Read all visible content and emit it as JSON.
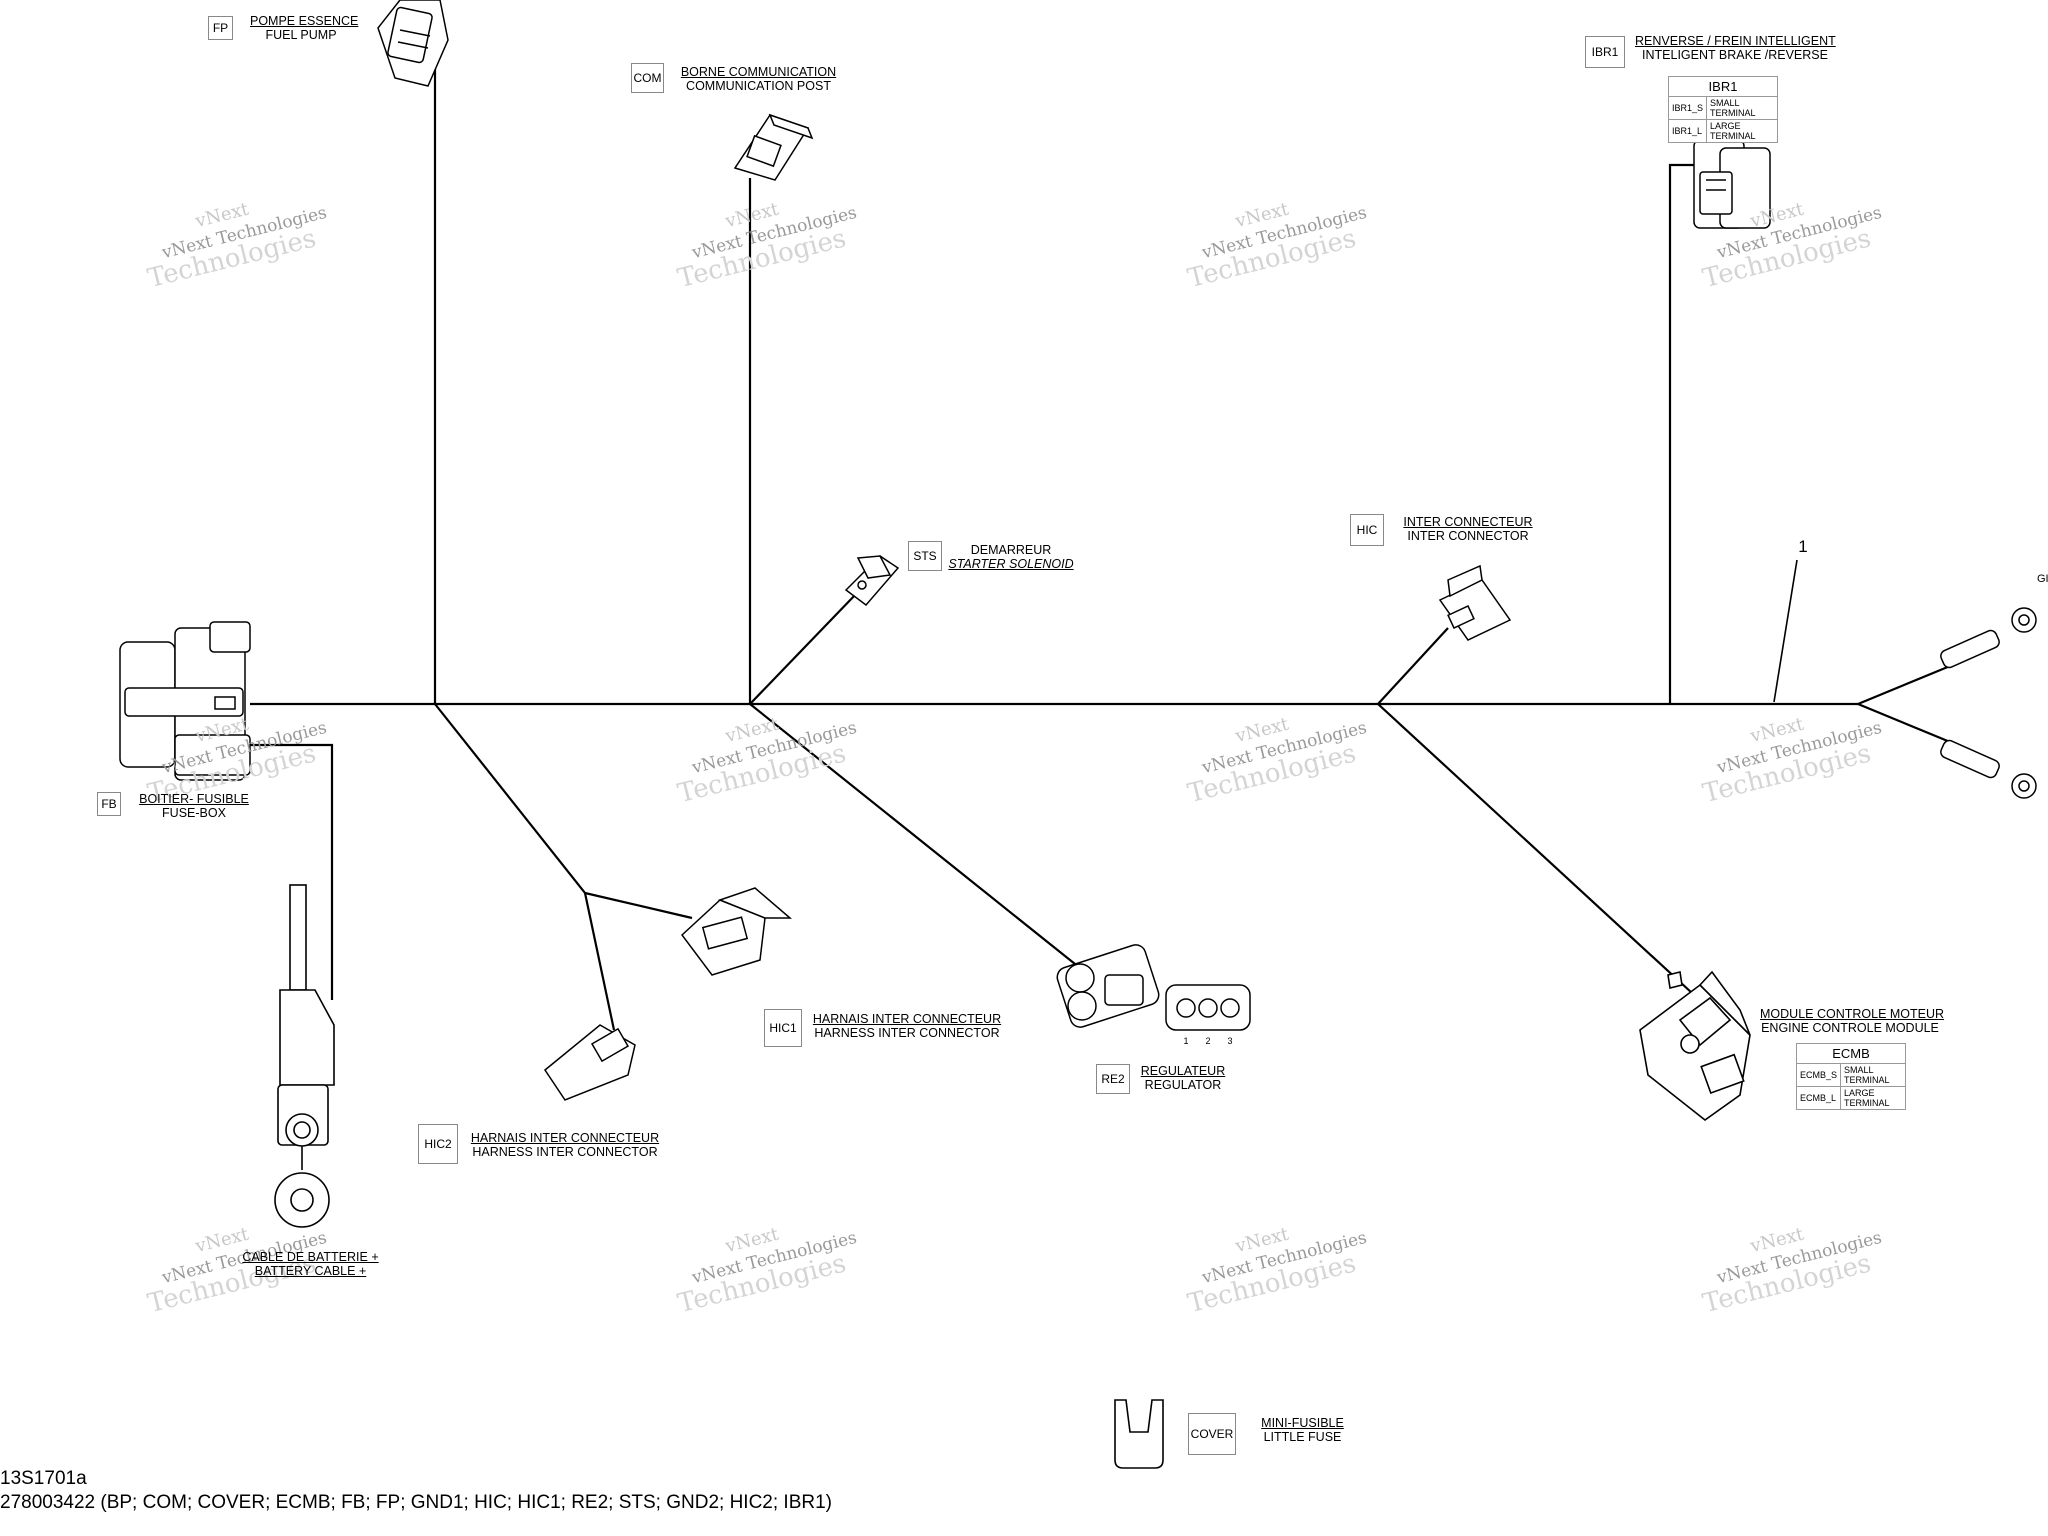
{
  "components": {
    "fp": {
      "code": "FP",
      "fr": "POMPE ESSENCE",
      "en": "FUEL PUMP"
    },
    "com": {
      "code": "COM",
      "fr": "BORNE COMMUNICATION",
      "en": "COMMUNICATION POST"
    },
    "ibr1": {
      "code": "IBR1",
      "fr": "RENVERSE / FREIN INTELLIGENT",
      "en": "INTELIGENT BRAKE /REVERSE",
      "table": {
        "header": "IBR1",
        "rows": [
          [
            "IBR1_S",
            "SMALL TERMINAL"
          ],
          [
            "IBR1_L",
            "LARGE TERMINAL"
          ]
        ]
      }
    },
    "sts": {
      "code": "STS",
      "fr": "DEMARREUR",
      "en": "STARTER SOLENOID"
    },
    "hic": {
      "code": "HIC",
      "fr": "INTER CONNECTEUR",
      "en": "INTER CONNECTOR"
    },
    "fb": {
      "code": "FB",
      "fr": "BOITIER- FUSIBLE",
      "en": "FUSE-BOX"
    },
    "hic1": {
      "code": "HIC1",
      "fr": "HARNAIS INTER CONNECTEUR",
      "en": "HARNESS INTER CONNECTOR"
    },
    "hic2": {
      "code": "HIC2",
      "fr": "HARNAIS INTER CONNECTEUR",
      "en": "HARNESS INTER CONNECTOR"
    },
    "re2": {
      "code": "RE2",
      "fr": "REGULATEUR",
      "en": "REGULATOR",
      "pins": [
        "1",
        "2",
        "3"
      ]
    },
    "ecmb": {
      "code": "ECMB",
      "fr": "MODULE CONTROLE MOTEUR",
      "en": "ENGINE CONTROLE MODULE",
      "table": {
        "header": "ECMB",
        "rows": [
          [
            "ECMB_S",
            "SMALL TERMINAL"
          ],
          [
            "ECMB_L",
            "LARGE TERMINAL"
          ]
        ]
      }
    },
    "bp": {
      "fr": "CABLE DE BATTERIE +",
      "en": "BATTERY CABLE +"
    },
    "cover": {
      "code": "COVER",
      "fr": "MINI-FUSIBLE",
      "en": "LITTLE FUSE"
    },
    "gnd": {
      "code": "GI"
    }
  },
  "callout": "1",
  "watermark": {
    "line1": "vNext",
    "line2": "vNext Technologies",
    "line3": "Technologies"
  },
  "footer": {
    "figure_id": "13S1701a",
    "part_list": "278003422 (BP; COM; COVER; ECMB; FB; FP; GND1; HIC; HIC1; RE2; STS; GND2; HIC2; IBR1)"
  }
}
